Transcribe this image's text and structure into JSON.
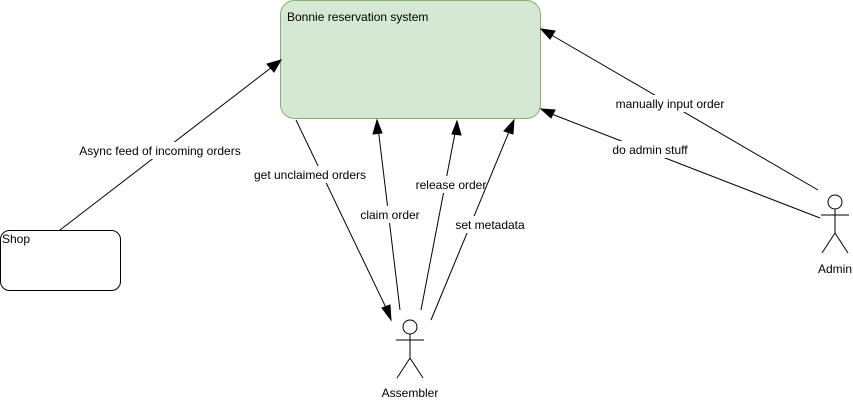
{
  "colors": {
    "system_fill": "#d5e8d4",
    "system_stroke": "#82b366",
    "shop_fill": "#ffffff",
    "shop_stroke": "#000000",
    "line": "#000000"
  },
  "nodes": {
    "system": {
      "label": "Bonnie reservation system"
    },
    "shop": {
      "label": "Shop"
    },
    "assembler": {
      "label": "Assembler"
    },
    "admin": {
      "label": "Admin"
    }
  },
  "edges": {
    "async_feed": {
      "label": "Async feed of incoming orders"
    },
    "get_unclaimed": {
      "label": "get unclaimed orders"
    },
    "claim_order": {
      "label": "claim order"
    },
    "release_order": {
      "label": "release order"
    },
    "set_metadata": {
      "label": "set metadata"
    },
    "manual_input": {
      "label": "manually input order"
    },
    "admin_stuff": {
      "label": "do admin stuff"
    }
  }
}
